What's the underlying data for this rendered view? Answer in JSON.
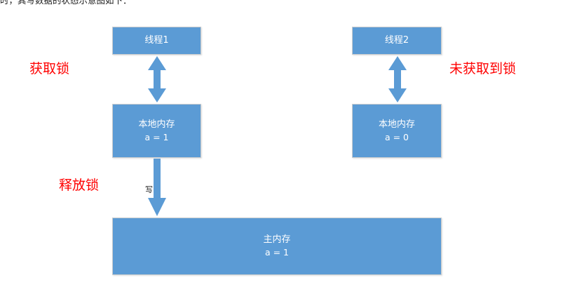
{
  "caption": {
    "text": "时，其写数据的状态示意图如下："
  },
  "colors": {
    "box_fill": "#5b9bd5",
    "box_border": "#c9ccce",
    "arrow_fill": "#5b9bd5",
    "annotation_red": "#ff0000",
    "box_text": "#ffffff",
    "page_background": "#ffffff"
  },
  "diagram": {
    "left_column": {
      "thread_box": {
        "title": "线程1"
      },
      "local_memory_box": {
        "title": "本地内存",
        "value": "a = 1"
      },
      "annotations": {
        "acquire_lock": "获取锁",
        "release_lock": "释放锁",
        "write_arrow_label": "写"
      }
    },
    "right_column": {
      "thread_box": {
        "title": "线程2"
      },
      "local_memory_box": {
        "title": "本地内存",
        "value": "a = 0"
      },
      "annotations": {
        "lock_not_acquired": "未获取到锁"
      }
    },
    "main_memory_box": {
      "title": "主内存",
      "value": "a = 1"
    }
  }
}
